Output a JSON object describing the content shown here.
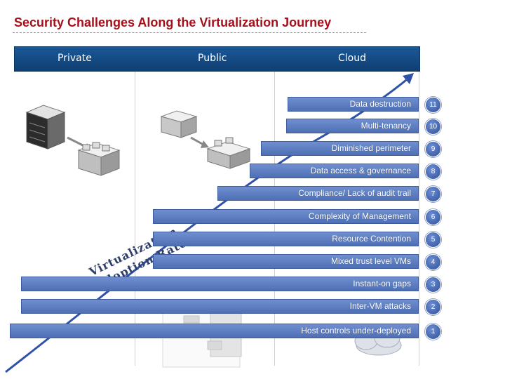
{
  "title": "Security Challenges Along the Virtualization Journey",
  "columns": {
    "private": "Private",
    "public": "Public",
    "cloud": "Cloud"
  },
  "rate_label": {
    "line1": "Virtualization",
    "line2": "Adoption Rate"
  },
  "challenges": [
    {
      "rank": "11",
      "label": "Data destruction"
    },
    {
      "rank": "10",
      "label": "Multi-tenancy"
    },
    {
      "rank": "9",
      "label": "Diminished perimeter"
    },
    {
      "rank": "8",
      "label": "Data access & governance"
    },
    {
      "rank": "7",
      "label": "Compliance/ Lack of audit trail"
    },
    {
      "rank": "6",
      "label": "Complexity of Management"
    },
    {
      "rank": "5",
      "label": "Resource Contention"
    },
    {
      "rank": "4",
      "label": "Mixed trust level VMs"
    },
    {
      "rank": "3",
      "label": "Instant-on gaps"
    },
    {
      "rank": "2",
      "label": "Inter-VM attacks"
    },
    {
      "rank": "1",
      "label": "Host controls under-deployed"
    }
  ],
  "colors": {
    "title": "#a5101a",
    "header": "#1a5898",
    "bar": "#5a79bf",
    "arrow": "#2f52a8"
  }
}
